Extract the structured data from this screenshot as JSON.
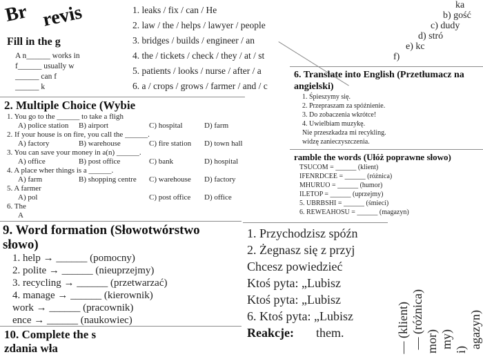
{
  "title_sheet": {
    "title_1": "Br",
    "title_2": "revis",
    "fill_heading": "Fill in the g",
    "lines": [
      "A n______ works in",
      "f______ usually w",
      "______ can f",
      "______ k"
    ]
  },
  "multiple_choice": {
    "heading": "2. Multiple Choice (Wybie",
    "questions": [
      {
        "q": "1.  You go to the ______ to take a fligh",
        "a": "A) police station",
        "b": "B) airport",
        "c": "C) hospital",
        "d": "D) farm"
      },
      {
        "q": "2.  If your house is on fire, you call the ______.",
        "a": "A) factory",
        "b": "B) warehouse",
        "c": "C) fire station",
        "d": "D) town hall"
      },
      {
        "q": "3.  You can save your money in a(n) ______.",
        "a": "A) office",
        "b": "B) post office",
        "c": "C) bank",
        "d": "D) hospital"
      },
      {
        "q": "4.  A place wher        things is a ______.",
        "a": "A) farm",
        "b": "B) shopping centre",
        "c": "C) warehouse",
        "d": "D) factory"
      },
      {
        "q": "5.  A farmer",
        "a": "A) pol",
        "b": "",
        "c": "C) post office",
        "d": "D) office"
      },
      {
        "q": "6.  The",
        "a": "A",
        "b": "",
        "c": "",
        "d": ""
      }
    ]
  },
  "unscramble_sentences": {
    "lines": [
      "1.  leaks / fix / can / He",
      "2.  law / the / helps / lawyer / people",
      "3.  bridges / builds / engineer / an",
      "4.  the / tickets / check / they / at / st",
      "5.  patients / looks / nurse / after / a",
      "6.  a / crops / grows / farmer / and / c"
    ]
  },
  "word_formation": {
    "heading_1": "9. Word formation (Słowotwórstwo",
    "heading_2": "słowo)",
    "items": [
      "1. help → ______ (pomocny)",
      "2. polite → ______ (nieuprzejmy)",
      "3. recycling → ______ (przetwarzać)",
      "4. manage → ______ (kierownik)",
      "work → ______ (pracownik)",
      "ence → ______ (naukowiec)"
    ]
  },
  "matching_list": {
    "items": [
      "ka",
      "b) gość",
      "c) dudy",
      "d) stró",
      "e) kc",
      "f)"
    ]
  },
  "translate": {
    "heading": "6. Translate into English (Przetłumacz na angielski)",
    "items": [
      "1.  Śpieszymy się.",
      "2.  Przepraszam za spóźnienie.",
      "3.  Do zobaczenia wkrótce!",
      "4.  Uwielbiam muzykę.",
      "Nie przeszkadza mi recykling.",
      "widzę zanieczyszczenia."
    ]
  },
  "unscramble_words": {
    "heading": "ramble the words (Ułóż poprawne słowo)",
    "items": [
      "TSUCOM = ______ (klient)",
      "IFENRDCEE = ______ (różnica)",
      "MHURUO = ______ (humor)",
      "ILETOP = ______ (uprzejmy)",
      "5. UBRBSHI = ______ (śmieci)",
      "6. REWEAHOSU = ______ (magazyn)"
    ]
  },
  "reactions": {
    "items": [
      "1.  Przychodzisz spóźn",
      "2.  Żegnasz się z przyj",
      "Chcesz powiedzieć",
      "Ktoś pyta: „Lubisz",
      "Ktoś pyta: „Lubisz",
      "6.  Ktoś pyta: „Lubisz"
    ],
    "heading": "Reakcje:",
    "partial": "    them."
  },
  "vertical_words": {
    "items": [
      "— (klient)",
      "— (różnica)",
      "mor)",
      "my)",
      "i)",
      "agazyn)"
    ]
  },
  "complete": {
    "heading_1": "10. Complete the s",
    "heading_2": "zdania wła"
  }
}
